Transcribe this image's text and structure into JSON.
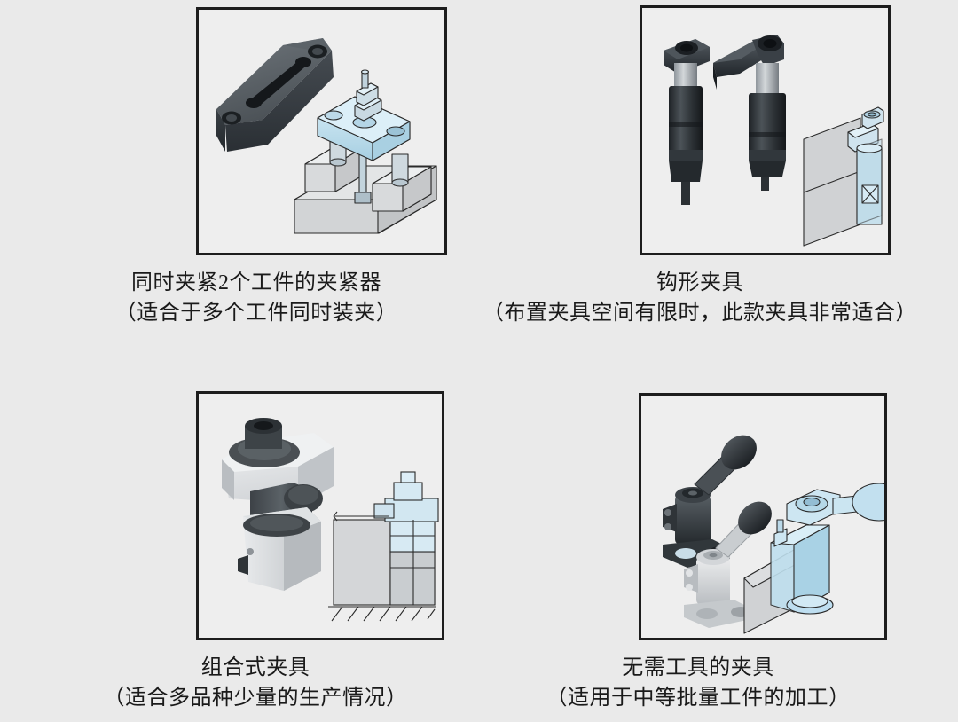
{
  "page": {
    "background_color": "#eaeaea",
    "panel_background_color": "#eeeeee",
    "panel_border_color": "#1d1d1d",
    "text_color": "#1a1a1a",
    "accent_blue": "#bfe0ef",
    "accent_blue_dark": "#8fc2d8",
    "metal_dark": "#3c4145",
    "metal_light": "#d8dadc",
    "diagram_gray": "#d0d2d4"
  },
  "figures": [
    {
      "id": "clamp-two-workpieces",
      "position": "top-left",
      "caption_title": "同时夹紧2个工件的夹紧器",
      "caption_note": "（适合于多个工件同时装夹）",
      "photo_subject": "slotted-clamp-strap",
      "diagram_subject": "strap-clamp-holding-two-blocks"
    },
    {
      "id": "hook-clamp",
      "position": "top-right",
      "caption_title": "钩形夹具",
      "caption_note": "（布置夹具空间有限时，此款夹具非常适合）",
      "photo_subject": "hook-swing-clamp-pair",
      "diagram_subject": "hook-clamp-on-fixture-plate"
    },
    {
      "id": "modular-clamp",
      "position": "bottom-left",
      "caption_title": "组合式夹具",
      "caption_note": "（适合多品种少量的生产情况）",
      "photo_subject": "modular-block-clamp",
      "diagram_subject": "modular-clamp-section-view"
    },
    {
      "id": "toolless-clamp",
      "position": "bottom-right",
      "caption_title": "无需工具的夹具",
      "caption_note": "（适用于中等批量工件的加工）",
      "photo_subject": "lever-handle-clamp-pair",
      "diagram_subject": "lever-clamp-on-workpiece"
    }
  ]
}
